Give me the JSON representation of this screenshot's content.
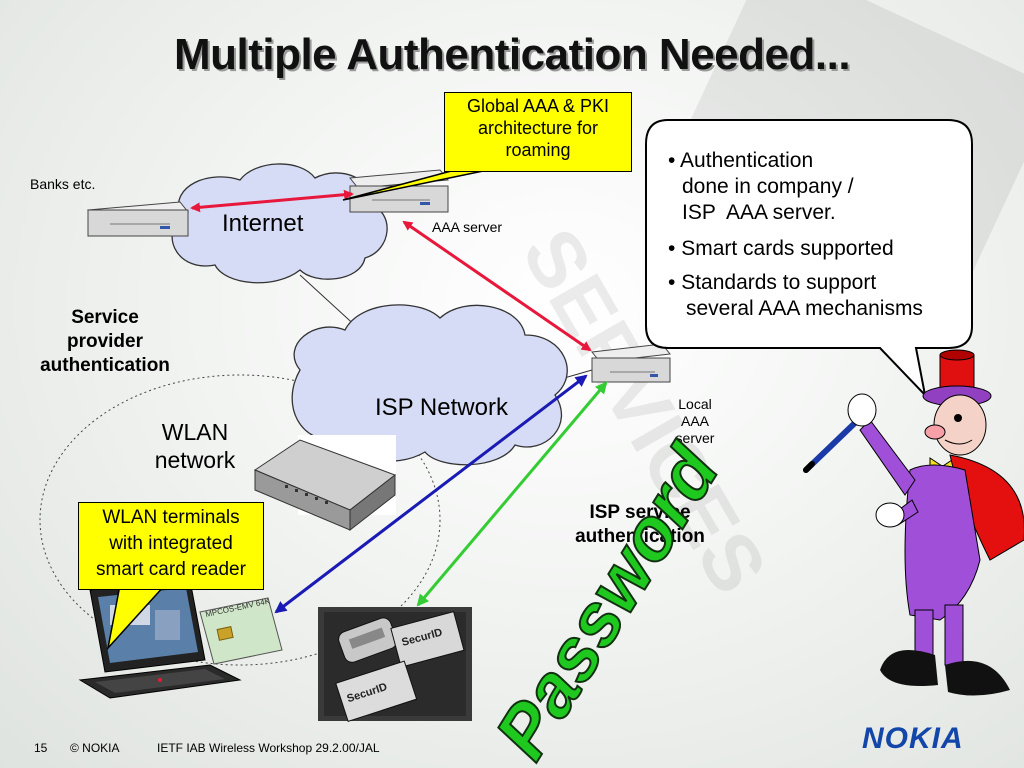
{
  "slide": {
    "title": "Multiple Authentication Needed...",
    "callouts": {
      "global_aaa": [
        "Global AAA & PKI",
        "architecture for",
        "roaming"
      ],
      "wlan_terminals": [
        "WLAN terminals",
        "with integrated",
        "smart card reader"
      ]
    },
    "labels": {
      "banks": "Banks etc.",
      "internet": "Internet",
      "aaa_server": "AAA server",
      "isp_network": "ISP Network",
      "local_aaa": [
        "Local",
        "AAA",
        "server"
      ],
      "wlan_network": [
        "WLAN",
        "network"
      ],
      "service_provider_auth": [
        "Service",
        "provider",
        "authentication"
      ],
      "isp_service_auth": [
        "ISP service",
        "authentication"
      ],
      "password": "Password",
      "card_mpcos": "MPCOS-EMV 64K",
      "token_brand": "SecurID"
    },
    "speech_bubble": {
      "bullets": [
        [
          "Authentication",
          "done in company /",
          "ISP  AAA server."
        ],
        [
          "Smart cards supported"
        ],
        [
          "Standards to support",
          "several AAA mechanisms"
        ]
      ],
      "bullet_char": "•"
    },
    "footer": {
      "page": "15",
      "copyright": "© NOKIA",
      "event": "IETF IAB Wireless Workshop 29.2.00/JAL"
    },
    "logo": "NOKIA"
  },
  "colors": {
    "callout_yellow": "#ffff00",
    "arrow_red": "#e8183c",
    "arrow_blue": "#1a1ab4",
    "arrow_green": "#33cc33",
    "cloud_fill": "#d6dcf5",
    "nokia_blue": "#1246a8"
  }
}
